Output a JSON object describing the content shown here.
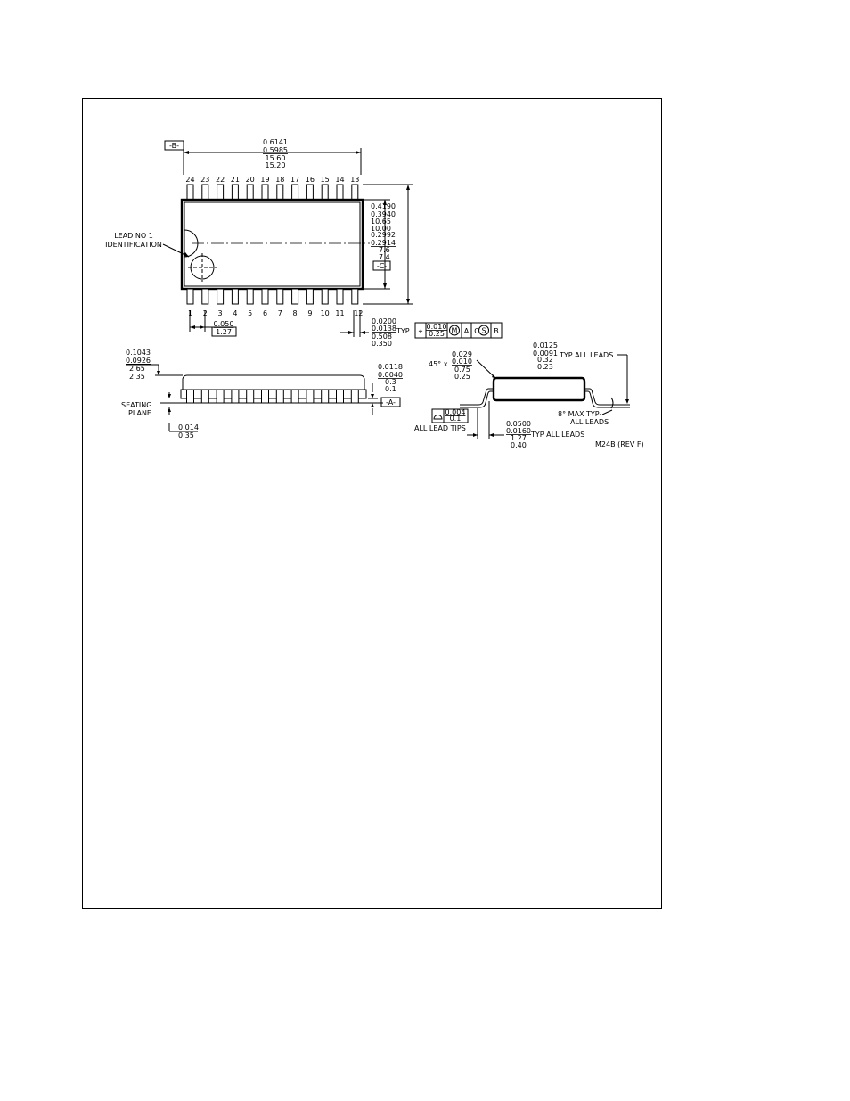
{
  "top_view": {
    "datum_b": "-B-",
    "length": [
      "0.6141",
      "0.5985",
      "15.60",
      "15.20"
    ],
    "pins_top": [
      "24",
      "23",
      "22",
      "21",
      "20",
      "19",
      "18",
      "17",
      "16",
      "15",
      "14",
      "13"
    ],
    "pins_bottom": [
      "1",
      "2",
      "3",
      "4",
      "5",
      "6",
      "7",
      "8",
      "9",
      "10",
      "11",
      "12"
    ],
    "lead_no1_label": [
      "LEAD NO 1",
      "IDENTIFICATION"
    ],
    "overall_width": [
      "0.4190",
      "0.3940",
      "10.65",
      "10.00"
    ],
    "body_width": [
      "0.2992",
      "0.2914",
      "7.6",
      "7.4"
    ],
    "datum_c": "-C-",
    "pitch": [
      "0.050",
      "1.27"
    ],
    "lead_width": [
      "0.0200",
      "0.0138",
      "0.508",
      "0.350"
    ],
    "lead_width_suffix": "TYP",
    "tolerance_frame": [
      "⌖",
      "0.010",
      "0.25",
      "M",
      "A",
      "C",
      "S",
      "B"
    ]
  },
  "side_view": {
    "height": [
      "0.1043",
      "0.0926",
      "2.65",
      "2.35"
    ],
    "seating_plane": [
      "SEATING",
      "PLANE"
    ],
    "standoff_left": [
      "0.014",
      "0.35"
    ],
    "standoff_right": [
      "0.0118",
      "0.0040",
      "0.3",
      "0.1"
    ],
    "datum_a": "-A-"
  },
  "end_view": {
    "chamfer_prefix": "45° x",
    "chamfer": [
      "0.029",
      "0.010",
      "0.75",
      "0.25"
    ],
    "lead_thickness": [
      "0.0125",
      "0.0091",
      "0.32",
      "0.23"
    ],
    "lead_thickness_suffix": "TYP ALL LEADS",
    "angle_note": [
      "8° MAX TYP-",
      "ALL LEADS"
    ],
    "coplanarity": [
      "0.004",
      "0.1"
    ],
    "all_lead_tips": "ALL LEAD TIPS",
    "foot_length": [
      "0.0500",
      "0.0160",
      "1.27",
      "0.40"
    ],
    "foot_length_suffix": "TYP ALL LEADS",
    "drawing_id": "M24B (REV F)"
  }
}
